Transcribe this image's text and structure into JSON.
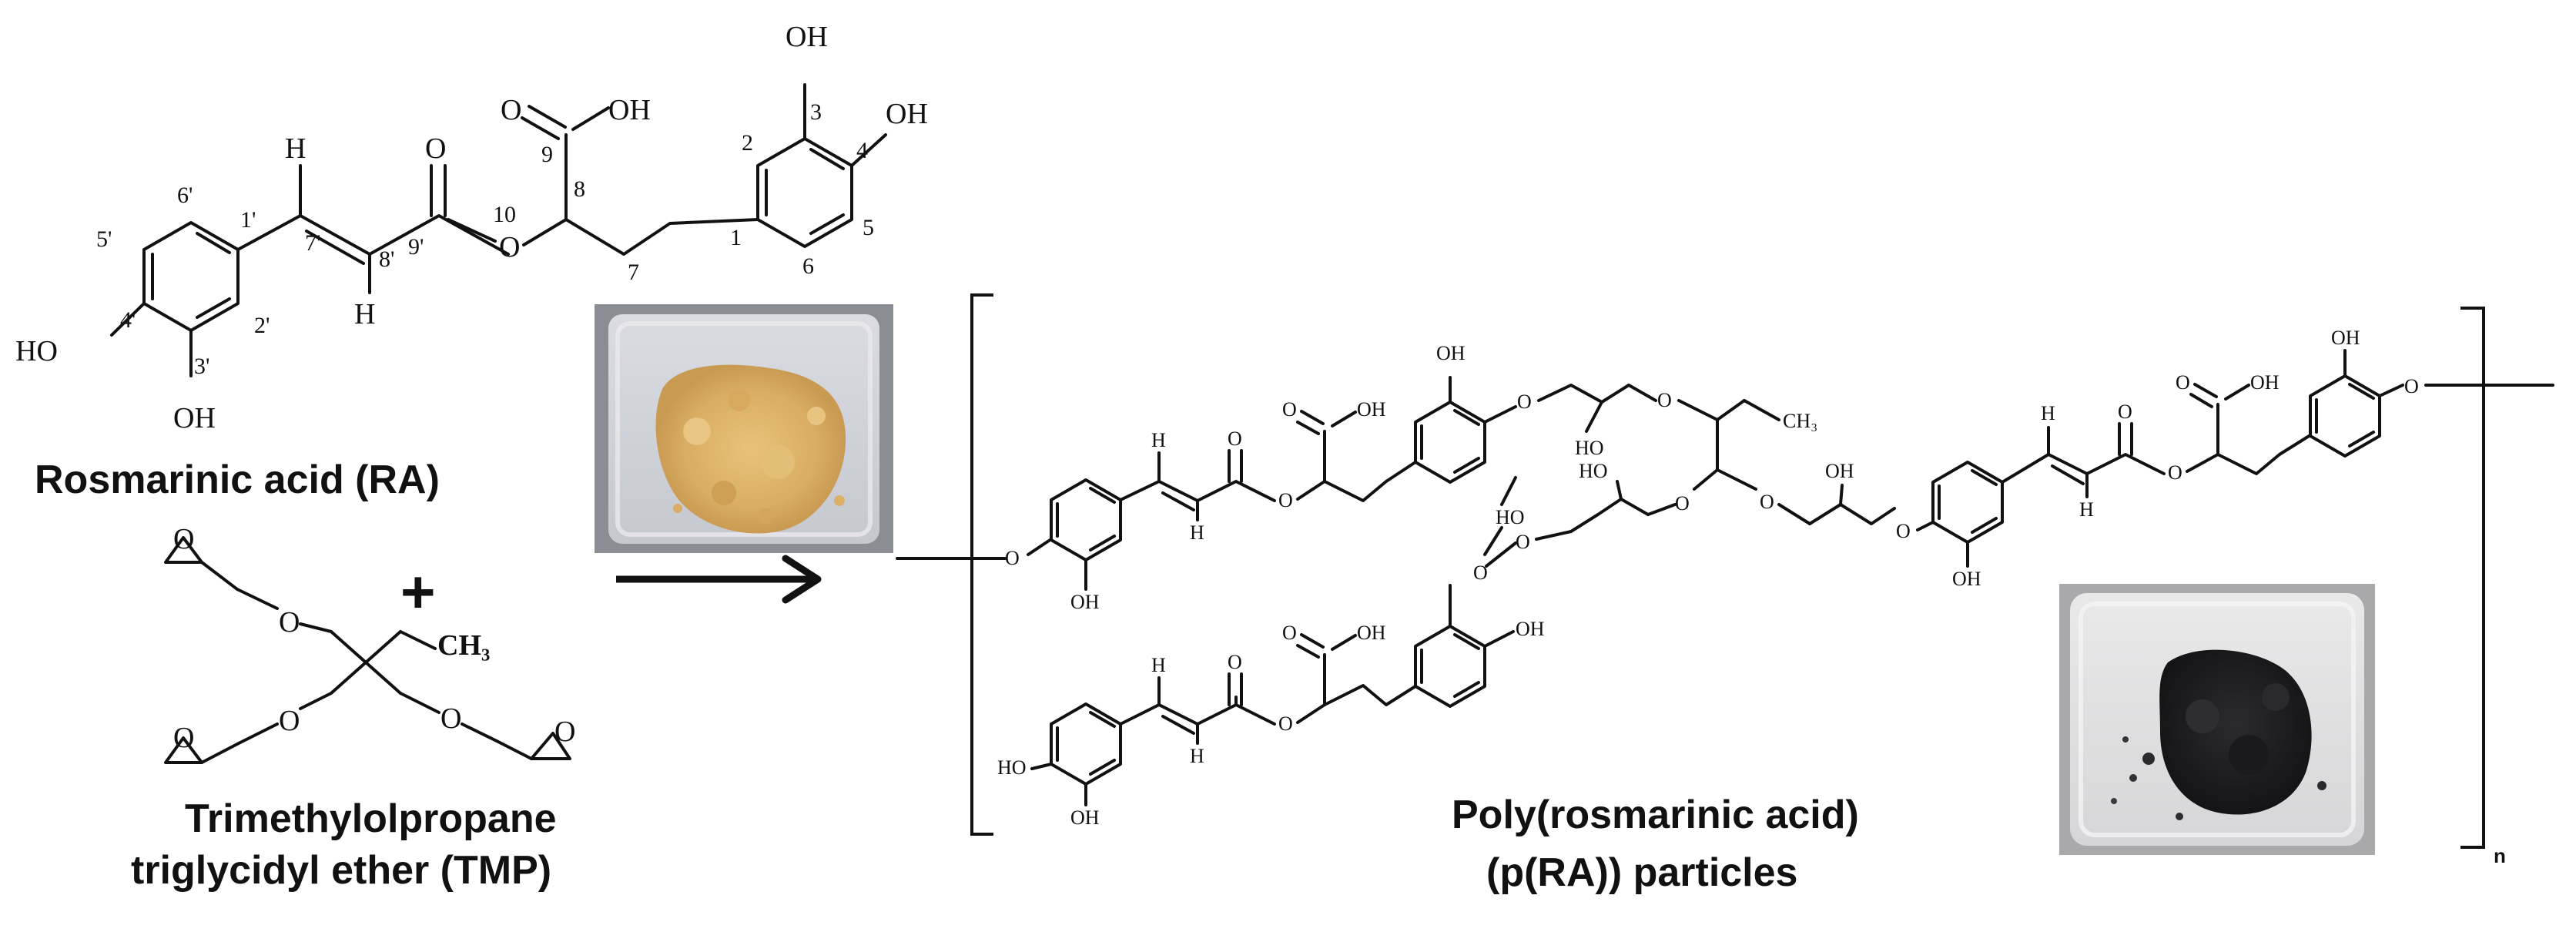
{
  "ra_molecule": {
    "name": "Rosmarinic acid (RA)",
    "groups": {
      "oh": "OH",
      "ho": "HO",
      "o": "O",
      "h": "H"
    },
    "locants": [
      "1'",
      "2'",
      "3'",
      "4'",
      "5'",
      "6'",
      "7'",
      "8'",
      "9'",
      "10",
      "8",
      "9",
      "7",
      "1",
      "2",
      "3",
      "4",
      "5",
      "6"
    ]
  },
  "tmp_molecule": {
    "name_line1": "Trimethylolpropane",
    "name_line2": "triglycidyl ether (TMP)",
    "methyl": "CH₃"
  },
  "plus_sign": "+",
  "product": {
    "name_line1": "Poly(rosmarinic acid)",
    "name_line2": "(p(RA)) particles",
    "repeat_subscript": "n",
    "methyl": "CH₃"
  },
  "colors": {
    "ra_powder": "#e0b46a",
    "pra_powder": "#232326",
    "dish_background": "#cfd2d8"
  }
}
